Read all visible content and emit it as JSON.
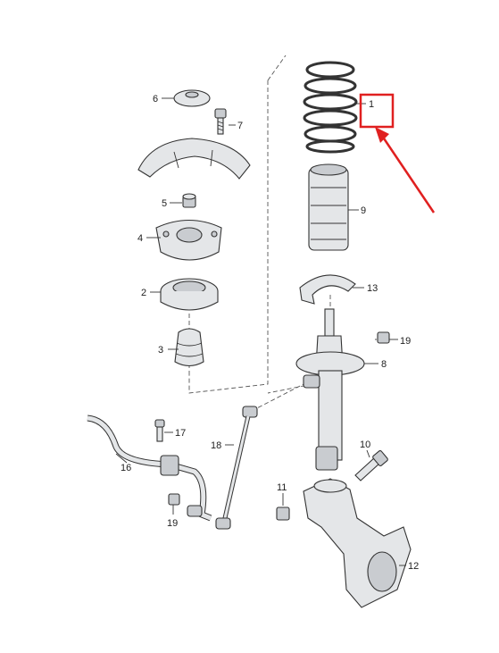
{
  "callouts": [
    {
      "id": "c1",
      "text": "1"
    },
    {
      "id": "c2",
      "text": "2"
    },
    {
      "id": "c3",
      "text": "3"
    },
    {
      "id": "c4",
      "text": "4"
    },
    {
      "id": "c5",
      "text": "5"
    },
    {
      "id": "c6",
      "text": "6"
    },
    {
      "id": "c7",
      "text": "7"
    },
    {
      "id": "c8",
      "text": "8"
    },
    {
      "id": "c9",
      "text": "9"
    },
    {
      "id": "c10",
      "text": "10"
    },
    {
      "id": "c11",
      "text": "11"
    },
    {
      "id": "c12",
      "text": "12"
    },
    {
      "id": "c13",
      "text": "13"
    },
    {
      "id": "c16",
      "text": "16"
    },
    {
      "id": "c17",
      "text": "17"
    },
    {
      "id": "c18",
      "text": "18"
    },
    {
      "id": "c19a",
      "text": "19"
    },
    {
      "id": "c19b",
      "text": "19"
    }
  ],
  "highlight": {
    "target": "1",
    "color": "#e02020"
  },
  "colors": {
    "part_fill": "#e4e6e8",
    "outline": "#333333",
    "highlight": "#e02020"
  }
}
